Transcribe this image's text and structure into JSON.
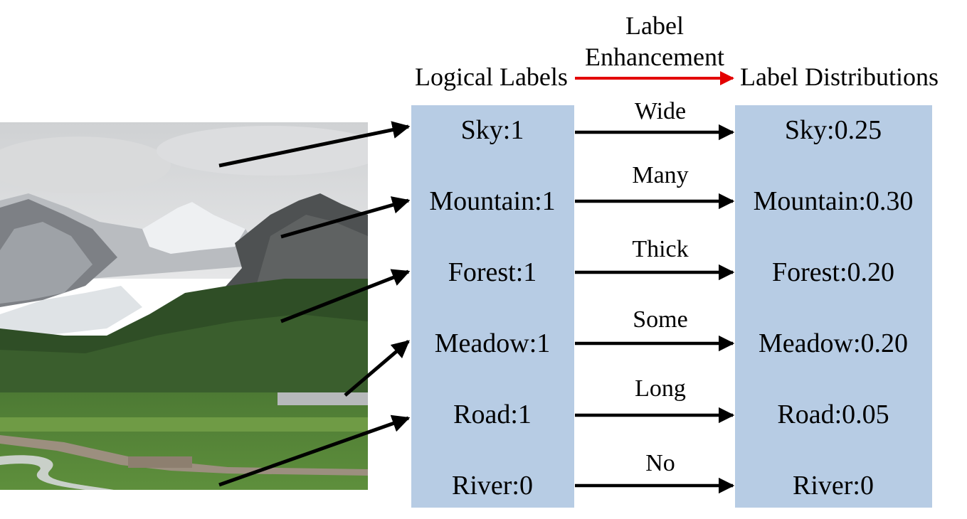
{
  "header": {
    "left_title": "Logical Labels",
    "right_title": "Label Distributions",
    "process_line1": "Label",
    "process_line2": "Enhancement"
  },
  "colors": {
    "box_fill": "#b7cce4",
    "process_arrow": "#e30000",
    "arrow": "#000000"
  },
  "rows": [
    {
      "logical": "Sky:1",
      "adjective": "Wide",
      "distribution": "Sky:0.25"
    },
    {
      "logical": "Mountain:1",
      "adjective": "Many",
      "distribution": "Mountain:0.30"
    },
    {
      "logical": "Forest:1",
      "adjective": "Thick",
      "distribution": "Forest:0.20"
    },
    {
      "logical": "Meadow:1",
      "adjective": "Some",
      "distribution": "Meadow:0.20"
    },
    {
      "logical": "Road:1",
      "adjective": "Long",
      "distribution": "Road:0.05"
    },
    {
      "logical": "River:0",
      "adjective": "No",
      "distribution": "River:0"
    }
  ]
}
